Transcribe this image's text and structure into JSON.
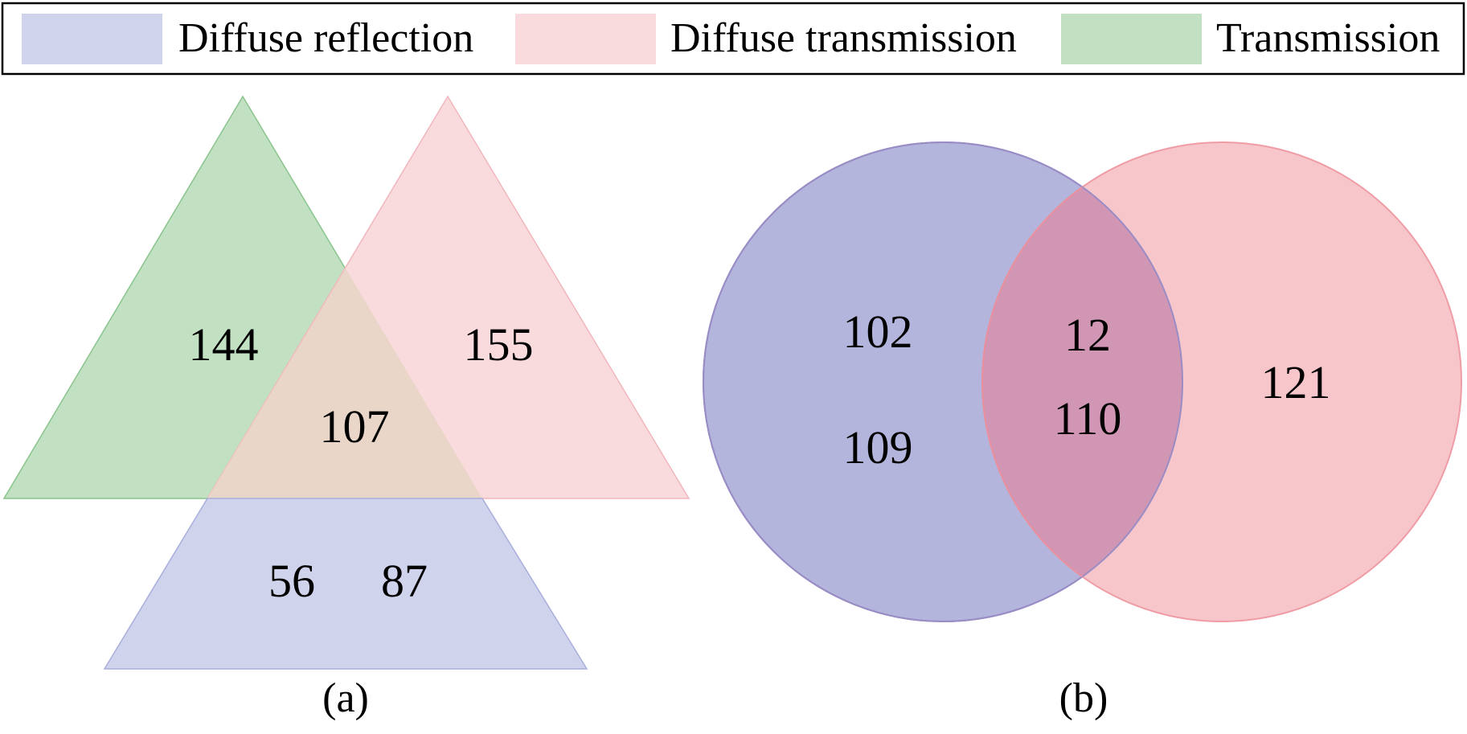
{
  "legend": {
    "items": [
      {
        "label": "Diffuse reflection",
        "color": "#d0d3ec"
      },
      {
        "label": "Diffuse transmission",
        "color": "#f9dadd"
      },
      {
        "label": "Transmission",
        "color": "#c2e1c3"
      }
    ]
  },
  "panel_a": {
    "caption": "(a)",
    "colors": {
      "transmission": "#c2e1c3",
      "diffuse_transmission": "#f9dadd",
      "diffuse_reflection": "#d0d3ec",
      "overlap": "#e9d6c9"
    },
    "labels": {
      "transmission_only": "144",
      "diffuse_transmission_only": "155",
      "center_overlap": "107",
      "reflection_left": "56",
      "reflection_right": "87"
    }
  },
  "panel_b": {
    "caption": "(b)",
    "colors": {
      "left_circle": "#b3b5dc",
      "right_circle": "#f6c6cb",
      "overlap": "#d296b5"
    },
    "labels": {
      "left_top": "102",
      "left_bottom": "109",
      "overlap_top": "12",
      "overlap_bottom": "110",
      "right": "121"
    }
  }
}
